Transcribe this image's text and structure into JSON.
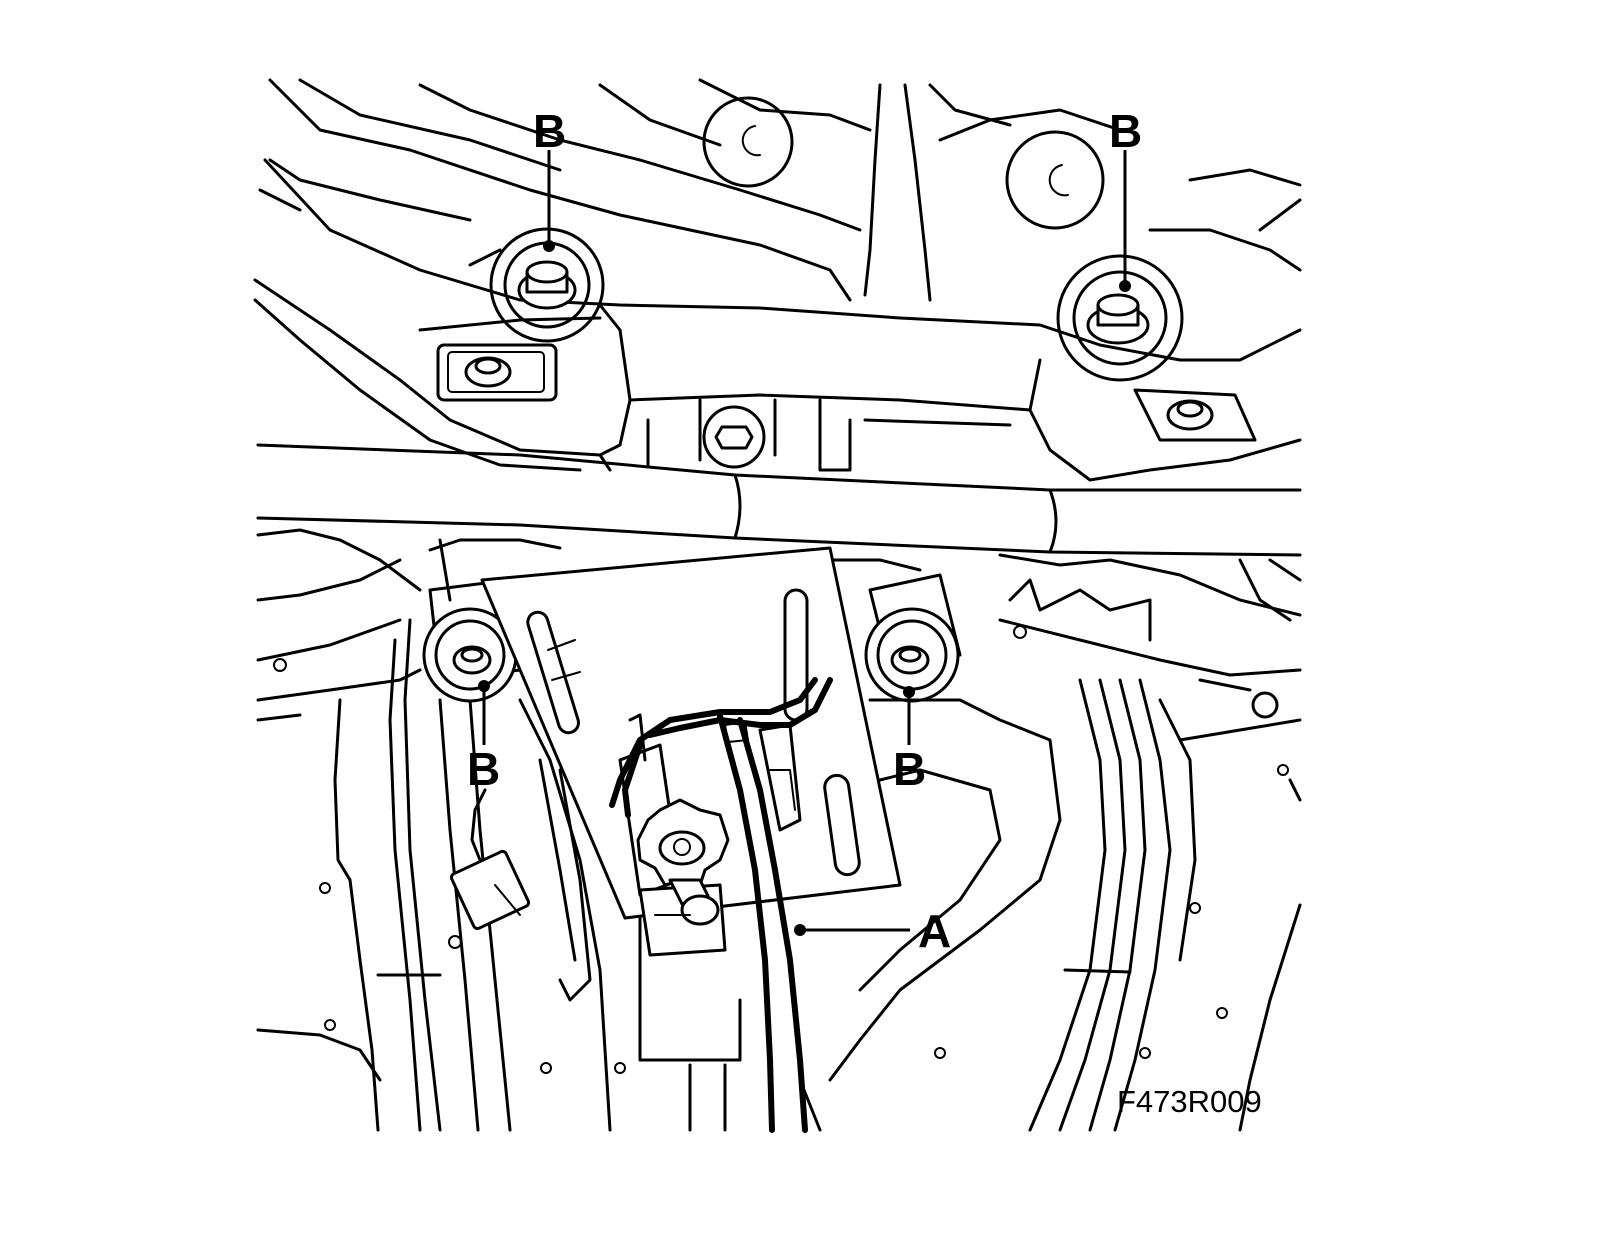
{
  "callouts": {
    "b_top_left": "B",
    "b_top_right": "B",
    "b_mid_left": "B",
    "b_mid_right": "B",
    "a": "A"
  },
  "figure_code": "F473R009"
}
